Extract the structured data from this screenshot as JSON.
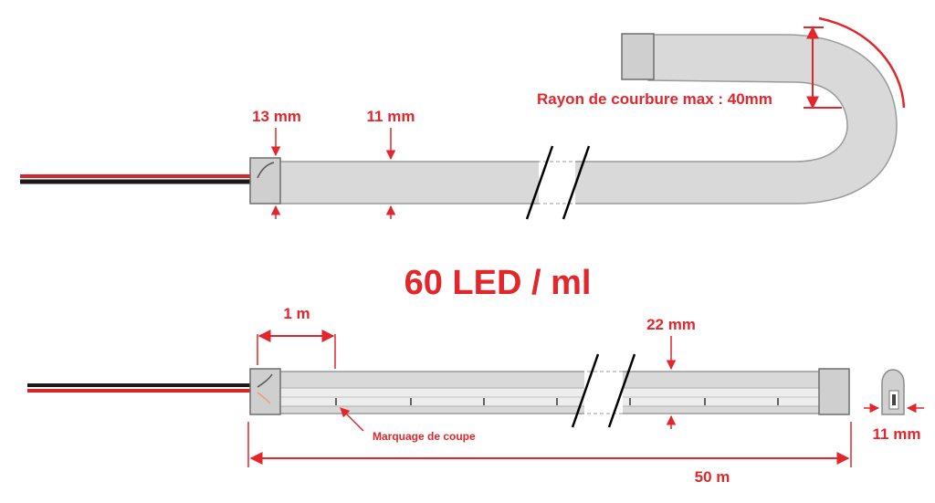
{
  "labels": {
    "end_cap_height": "13 mm",
    "strip_height_top": "11 mm",
    "bend_radius": "Rayon de courbure max : 40mm",
    "density_title": "60 LED / ml",
    "segment_length": "1 m",
    "strip_width": "22 mm",
    "cut_marking": "Marquage de coupe",
    "total_length": "50 m",
    "profile_width": "11 mm"
  },
  "colors": {
    "accent": "#e2262b",
    "strip_fill": "#d9d9d9",
    "strip_stroke": "#9a9a9a",
    "cap_fill": "#cfcfcf",
    "cap_stroke": "#6e6e6e",
    "cable_red": "#d7262b",
    "cable_black": "#1a1a1a",
    "break_line": "#000000"
  }
}
